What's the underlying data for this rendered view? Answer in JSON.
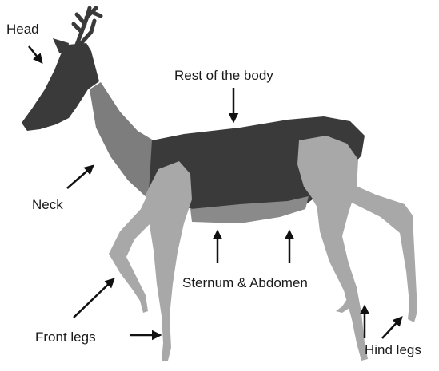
{
  "colors": {
    "head_and_body": "#3a3a3a",
    "neck": "#7d7d7d",
    "legs": "#a8a8a8",
    "underside": "#8a8a8a",
    "arrow": "#111111",
    "background": "#ffffff"
  },
  "labels": {
    "head": "Head",
    "rest_of_body": "Rest of the body",
    "neck": "Neck",
    "sternum_abdomen": "Sternum & Abdomen",
    "front_legs": "Front legs",
    "hind_legs": "Hind legs"
  }
}
